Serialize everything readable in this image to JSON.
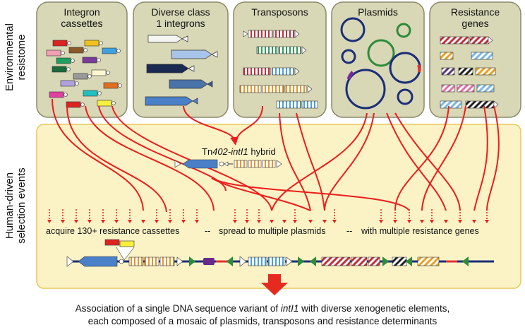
{
  "side_labels": {
    "top": [
      "Environmental",
      "resistome"
    ],
    "bottom": [
      "Human-driven",
      "selection events"
    ]
  },
  "panels": [
    {
      "title_lines": [
        "Integron",
        "cassettes"
      ]
    },
    {
      "title_lines": [
        "Diverse class",
        "1 integrons"
      ]
    },
    {
      "title_lines": [
        "Transposons"
      ]
    },
    {
      "title_lines": [
        "Plasmids"
      ]
    },
    {
      "title_lines": [
        "Resistance",
        "genes"
      ]
    }
  ],
  "hybrid": {
    "prefix": "Tn",
    "italic": "402-intI1",
    "suffix": " hybrid"
  },
  "events": {
    "acquire": "acquire 130+ resistance cassettes",
    "sep1": "--",
    "spread": "spread to multiple plasmids",
    "sep2": "--",
    "multiple": "with multiple resistance genes"
  },
  "caption": {
    "line1_a": "Association of a single DNA sequence variant of ",
    "line1_italic": "intI1",
    "line1_b": " with diverse xenogenetic elements,",
    "line2": "each composed of a mosaic of plasmids, transposons and resistance determinants"
  },
  "colors": {
    "panel_fill": "#d8d7b6",
    "panel_stroke": "#8a8a6a",
    "band_fill": "#fbf3c6",
    "band_stroke": "#e8c85a",
    "line_red": "#ee1c1c",
    "arrow_red": "#e52b1f",
    "plasmid_blue": "#1c2e78",
    "plasmid_green": "#2e8b3a",
    "orange_gene": "#f0a030",
    "blue_gene": "#4a80c8"
  }
}
